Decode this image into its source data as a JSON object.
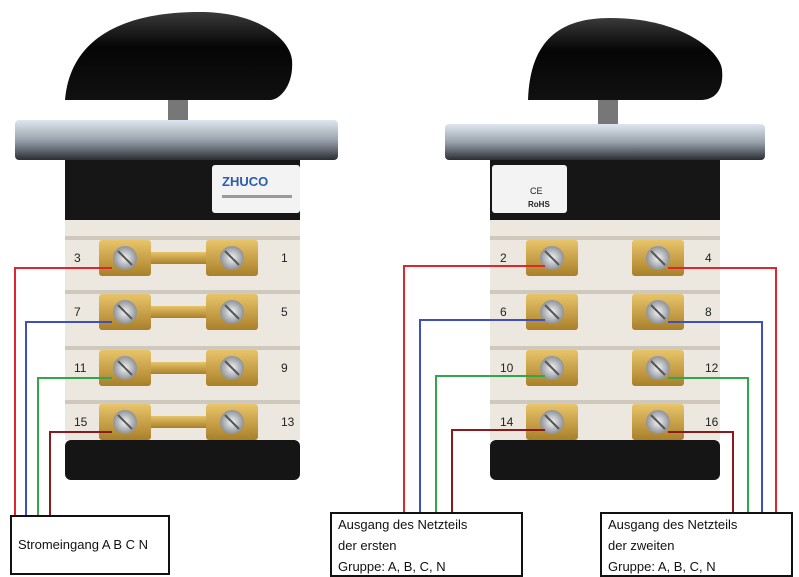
{
  "left_switch": {
    "brand": "ZHUCO",
    "terminals_left": [
      "3",
      "7",
      "11",
      "15"
    ],
    "terminals_right": [
      "1",
      "5",
      "9",
      "13"
    ]
  },
  "right_switch": {
    "label_ce": "CE",
    "label_rohs": "RoHS",
    "terminals_left": [
      "2",
      "6",
      "10",
      "14"
    ],
    "terminals_right": [
      "4",
      "8",
      "12",
      "16"
    ]
  },
  "wire_colors": {
    "a": "#e0262c",
    "b": "#3f4fc0",
    "c": "#2fa84a",
    "n": "#8b1a1f"
  },
  "boxes": {
    "input": "Stromeingang A B C N",
    "output1": [
      "Ausgang des Netzteils",
      "der ersten",
      "Gruppe: A, B, C, N"
    ],
    "output2": [
      "Ausgang des Netzteils",
      "der zweiten",
      "Gruppe: A, B, C, N"
    ]
  }
}
